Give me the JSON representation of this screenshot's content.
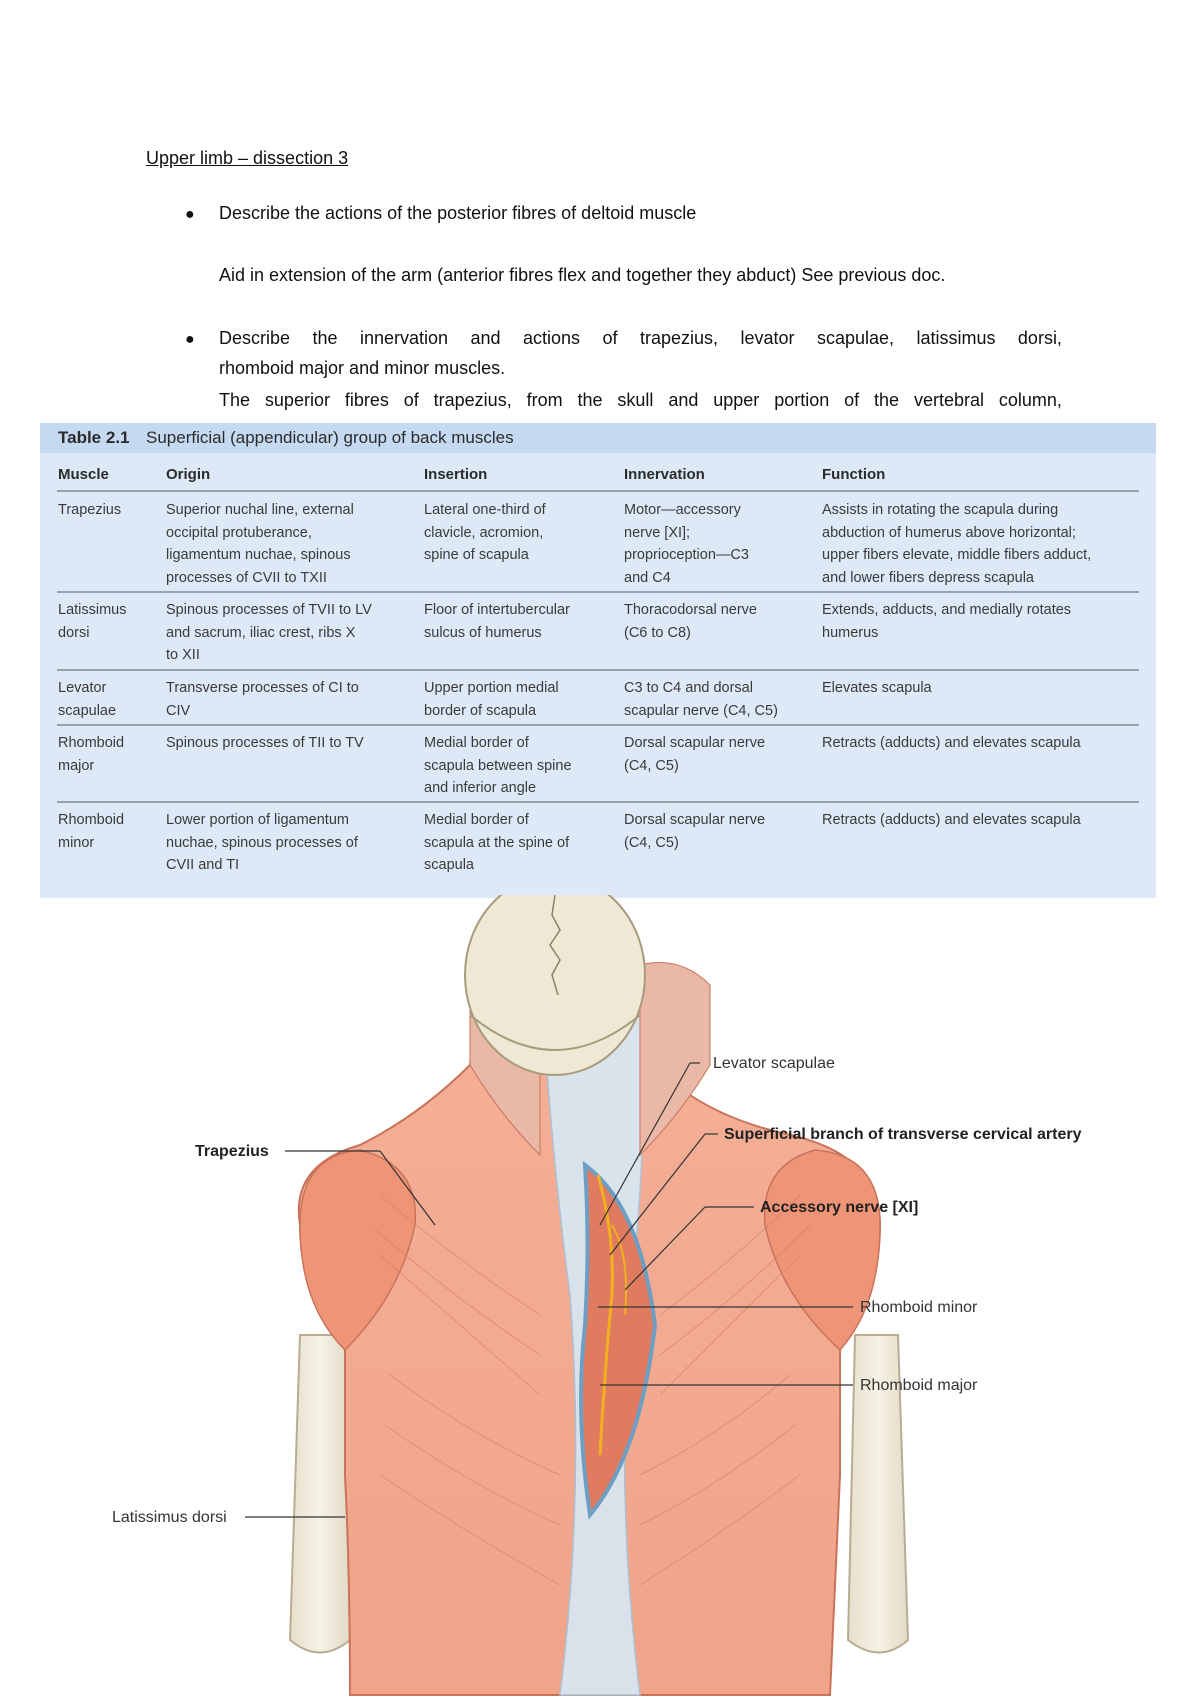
{
  "document": {
    "heading": "Upper limb – dissection 3",
    "q1": "Describe the actions of the posterior fibres of deltoid muscle",
    "a1": "Aid in extension of the arm (anterior fibres flex and together they abduct) See previous doc.",
    "q2_line1_words": [
      "Describe",
      "the",
      "innervation",
      "and",
      "actions",
      "of",
      "trapezius,",
      "levator",
      "scapulae,",
      "latissimus",
      "dorsi,"
    ],
    "q2_line2": "rhomboid major and minor muscles.",
    "a2_line1_words": [
      "The",
      "superior",
      "fibres",
      "of",
      "trapezius,",
      "from",
      "the",
      "skull",
      "and",
      "upper",
      "portion",
      "of",
      "the",
      "vertebral",
      "column,"
    ]
  },
  "table": {
    "caption_number": "Table 2.1",
    "caption_text": "Superficial (appendicular) group of back muscles",
    "columns": [
      "Muscle",
      "Origin",
      "Insertion",
      "Innervation",
      "Function"
    ],
    "rows": [
      {
        "muscle": "Trapezius",
        "origin": "Superior nuchal line, external\noccipital protuberance,\nligamentum nuchae, spinous\nprocesses of CVII to TXII",
        "insertion": "Lateral one-third of\nclavicle, acromion,\nspine of scapula",
        "innervation": "Motor—accessory\nnerve [XI];\nproprioception—C3\nand C4",
        "function": "Assists in rotating the scapula during\nabduction of humerus above horizontal;\nupper fibers elevate, middle fibers adduct,\nand lower fibers depress scapula"
      },
      {
        "muscle": "Latissimus\ndorsi",
        "origin": "Spinous processes of TVII to LV\nand sacrum, iliac crest, ribs X\nto XII",
        "insertion": "Floor of intertubercular\nsulcus of humerus",
        "innervation": "Thoracodorsal nerve\n(C6 to C8)",
        "function": "Extends, adducts, and medially rotates\nhumerus"
      },
      {
        "muscle": "Levator\nscapulae",
        "origin": "Transverse processes of CI to\nCIV",
        "insertion": "Upper portion medial\nborder of scapula",
        "innervation": "C3 to C4 and dorsal\nscapular nerve (C4, C5)",
        "function": "Elevates scapula"
      },
      {
        "muscle": "Rhomboid\nmajor",
        "origin": "Spinous processes of TII to TV",
        "insertion": "Medial border of\nscapula between spine\nand inferior angle",
        "innervation": "Dorsal scapular nerve\n(C4, C5)",
        "function": "Retracts (adducts) and elevates scapula"
      },
      {
        "muscle": "Rhomboid\nminor",
        "origin": "Lower portion of ligamentum\nnuchae, spinous processes of\nCVII and TI",
        "insertion": "Medial border of\nscapula at the spine of\nscapula",
        "innervation": "Dorsal scapular nerve\n(C4, C5)",
        "function": "Retracts (adducts) and elevates scapula"
      }
    ]
  },
  "illustration": {
    "labels": {
      "levator_scapulae": "Levator scapulae",
      "superficial_branch": "Superficial branch of transverse cervical artery",
      "accessory_nerve": "Accessory nerve [XI]",
      "rhomboid_minor": "Rhomboid minor",
      "rhomboid_major": "Rhomboid major",
      "trapezius": "Trapezius",
      "latissimus_dorsi": "Latissimus dorsi"
    },
    "colors": {
      "muscle": "#e8876a",
      "muscle_light": "#f2a88c",
      "fascia": "#c9dbe8",
      "bone": "#efe9da",
      "nerve": "#f0b020"
    }
  }
}
